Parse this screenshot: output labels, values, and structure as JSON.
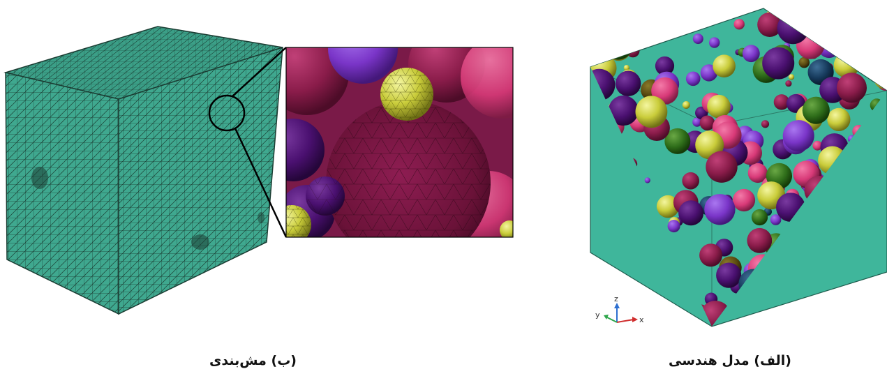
{
  "captions": {
    "mesh": "(ب) مش‌بندی",
    "geometry": "(الف)  مدل هندسی"
  },
  "triad": {
    "x": "x",
    "y": "y",
    "z": "z"
  },
  "colors": {
    "matrix": "#3fa88f",
    "matrix_dark": "#2f8c76",
    "mesh_line": "#1b3d33",
    "crimson": "#8a1c4a",
    "purple": "#4a1070",
    "violet": "#7a35c8",
    "yellow": "#c9cc3a",
    "pink": "#d83a78",
    "green": "#2f6e1a",
    "navy": "#163a5c"
  }
}
